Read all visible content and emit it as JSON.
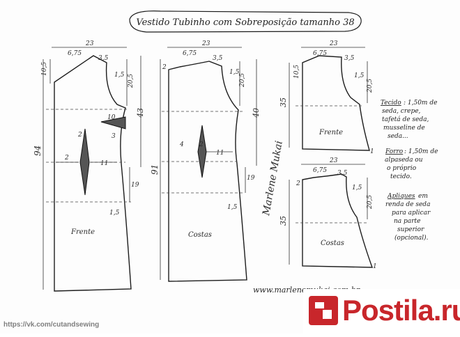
{
  "title": "Vestido Tubinho com Sobreposição tamanho 38",
  "pieces": {
    "frente_label": "Frente",
    "costas_label": "Costas"
  },
  "front_dims": {
    "width_top": "23",
    "neck": "6,75",
    "shoulder": "3,5",
    "neck_drop": "10,5",
    "armhole_depth": "20,5",
    "armhole_small": "1,5",
    "side_top": "43",
    "bust_dart": "10",
    "dart_tip": "3",
    "dart_width": "2",
    "waist_left": "2",
    "waist_right": "11",
    "hip": "19",
    "hem": "1,5",
    "length": "94"
  },
  "back_dims": {
    "width_top": "23",
    "neck": "6,75",
    "shoulder": "3,5",
    "neck_drop": "2",
    "armhole_depth": "20,5",
    "armhole_small": "1,5",
    "side_top": "40",
    "dart_tip": "4",
    "dart_width": "2",
    "waist_right": "11",
    "hip": "19",
    "hem": "1,5",
    "length": "91"
  },
  "over_front_dims": {
    "width_top": "23",
    "neck": "6,75",
    "shoulder": "3,5",
    "neck_drop": "10,5",
    "armhole_depth": "20,5",
    "armhole_small": "1,5",
    "length": "35",
    "hem": "1"
  },
  "over_back_dims": {
    "width_top": "23",
    "neck": "6,75",
    "shoulder": "3,5",
    "neck_drop": "2",
    "armhole_depth": "20,5",
    "armhole_small": "1,5",
    "length": "35",
    "hem": "1"
  },
  "notes": {
    "tecido_title": "Tecido",
    "tecido_lines": [
      ": 1,50m de",
      "seda, crepe,",
      "tafetá de seda,",
      "musseline de",
      "seda..."
    ],
    "forro_title": "Forro",
    "forro_lines": [
      ": 1,50m de",
      "alpaseda ou",
      "o próprio",
      "tecido."
    ],
    "apliques_title": "Apliques",
    "apliques_lines": [
      "em",
      "renda de seda",
      "para aplicar",
      "na parte",
      "superior",
      "(opcional)."
    ]
  },
  "signature": "Marlene Mukai",
  "website": "www.marlenemukai.com.br",
  "watermark": "https://vk.com/cutandsewing",
  "logo_text": "Postila.ru",
  "colors": {
    "ink": "#1c1c1c",
    "logo_red": "#c8262b",
    "watermark_gray": "#7f7f7f"
  }
}
